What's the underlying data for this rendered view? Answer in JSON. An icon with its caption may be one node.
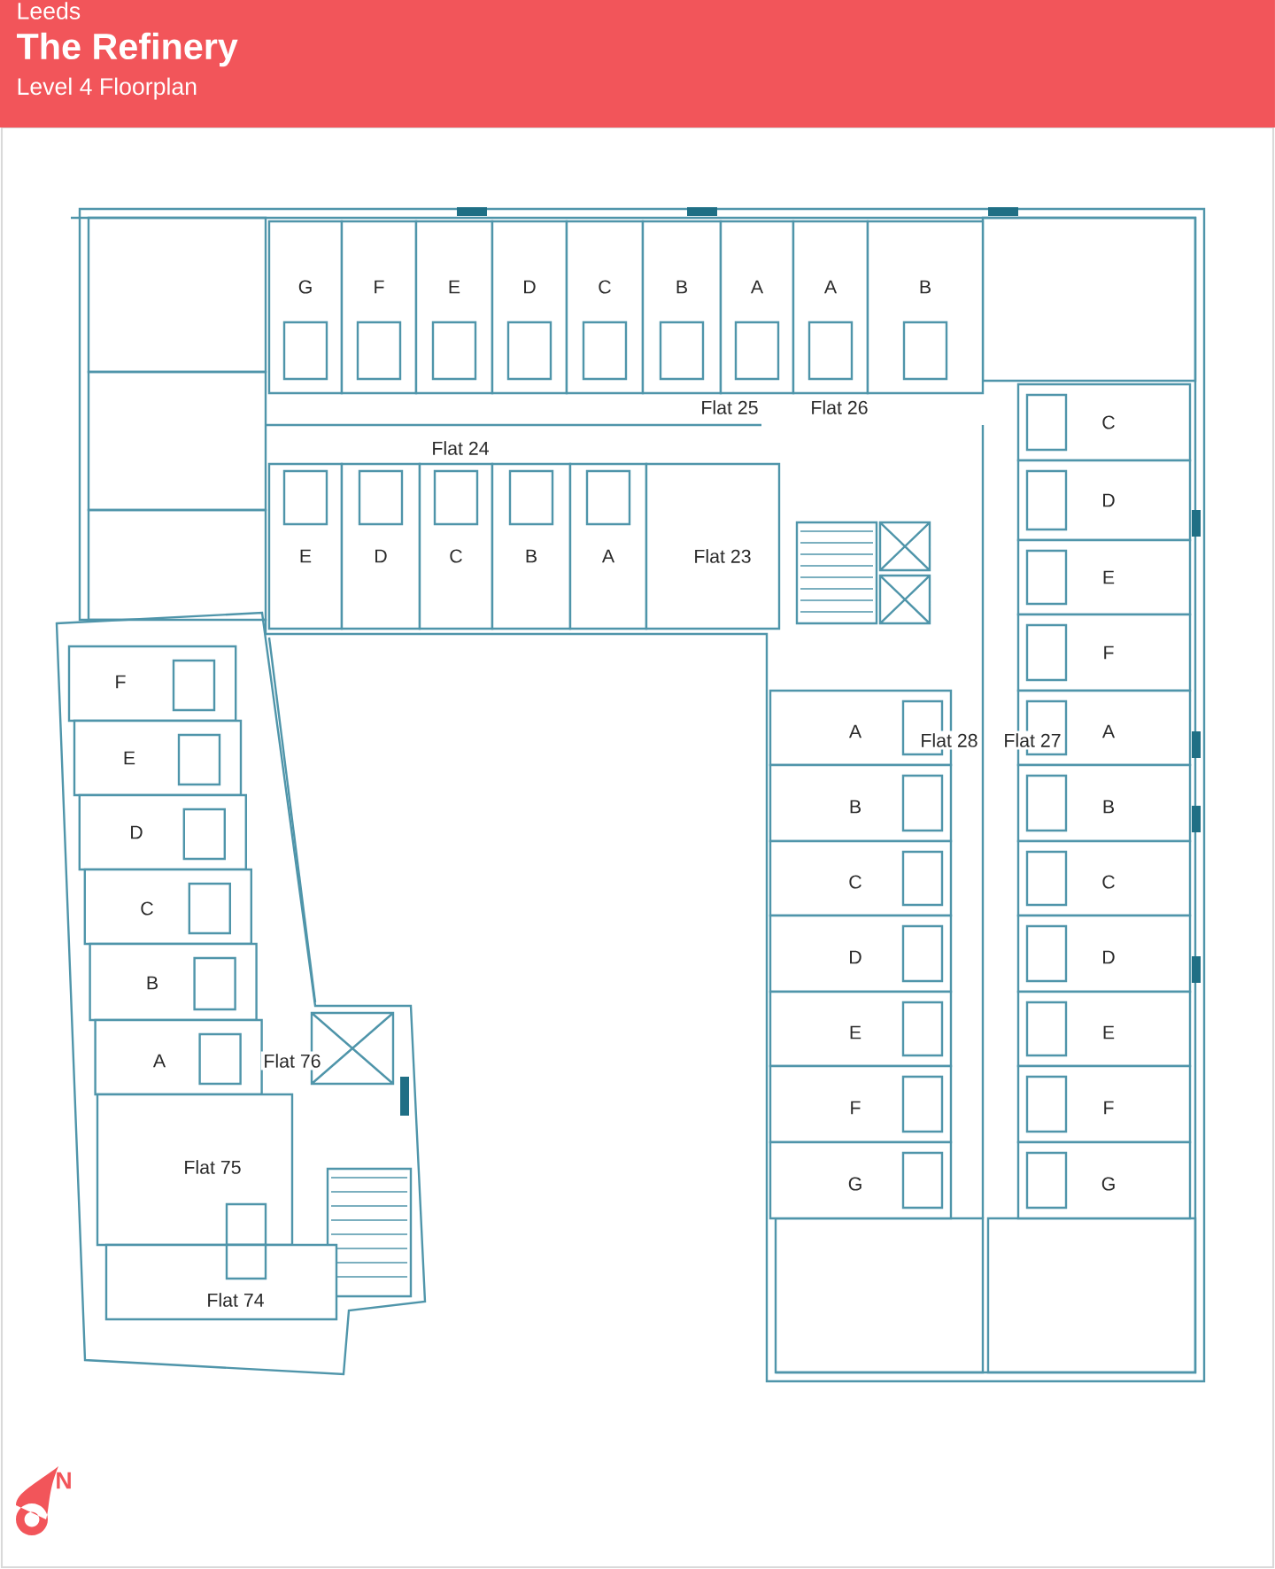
{
  "diagram": {
    "title": "The Refinery",
    "nodes": [
      {
        "text": [
          "G"
        ]
      },
      {
        "text": [
          "F"
        ]
      },
      {
        "text": [
          "E"
        ]
      },
      {
        "text": [
          "D"
        ]
      },
      {
        "text": [
          "C"
        ]
      },
      {
        "text": [
          "B"
        ]
      },
      {
        "text": [
          "A"
        ]
      },
      {
        "text": [
          "A"
        ]
      },
      {
        "text": [
          "B"
        ]
      },
      {
        "text": [
          "C"
        ]
      },
      {
        "text": [
          "D"
        ]
      },
      {
        "text": [
          "E"
        ]
      },
      {
        "text": [
          "F"
        ]
      },
      {
        "text": [
          "E"
        ]
      },
      {
        "text": [
          "D"
        ]
      },
      {
        "text": [
          "C"
        ]
      },
      {
        "text": [
          "B"
        ]
      },
      {
        "text": [
          "A"
        ]
      },
      {
        "text": [
          "Flat 23"
        ]
      },
      {
        "text": [
          "A"
        ]
      },
      {
        "text": [
          "B"
        ]
      },
      {
        "text": [
          "C"
        ]
      },
      {
        "text": [
          "D"
        ]
      },
      {
        "text": [
          "E"
        ]
      },
      {
        "text": [
          "F"
        ]
      },
      {
        "text": [
          "G"
        ]
      },
      {
        "text": [
          "A"
        ]
      },
      {
        "text": [
          "B"
        ]
      },
      {
        "text": [
          "C"
        ]
      },
      {
        "text": [
          "D"
        ]
      },
      {
        "text": [
          "E"
        ]
      },
      {
        "text": [
          "F"
        ]
      },
      {
        "text": [
          "G"
        ]
      },
      {
        "text": [
          "F"
        ]
      },
      {
        "text": [
          "E"
        ]
      },
      {
        "text": [
          "D"
        ]
      },
      {
        "text": [
          "C"
        ]
      },
      {
        "text": [
          "B"
        ]
      },
      {
        "text": [
          "A"
        ]
      },
      {
        "text": [
          "Flat 75"
        ]
      },
      {
        "text": [
          "Flat 74"
        ]
      }
    ],
    "labels": [
      "Leeds",
      "Level 4 Floorplan",
      "Flat 25",
      "Flat 26",
      "Flat 24",
      "Flat 28",
      "Flat 27",
      "Flat 76",
      "N"
    ]
  }
}
